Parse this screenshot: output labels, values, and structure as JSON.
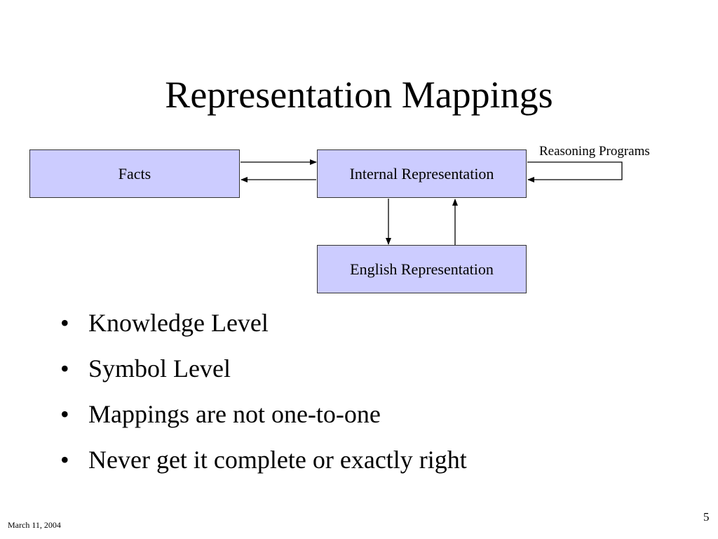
{
  "title": "Representation Mappings",
  "diagram": {
    "nodes": {
      "facts": "Facts",
      "internal": "Internal Representation",
      "english": "English Representation"
    },
    "reasoning_label": "Reasoning Programs"
  },
  "bullets": [
    "Knowledge Level",
    "Symbol Level",
    "Mappings are not one-to-one",
    "Never get it complete or exactly right"
  ],
  "bullet_glyph": "•",
  "footer": {
    "date": "March 11, 2004",
    "page_number": "5"
  },
  "colors": {
    "box_fill": "#ccccff",
    "box_border": "#333333"
  }
}
